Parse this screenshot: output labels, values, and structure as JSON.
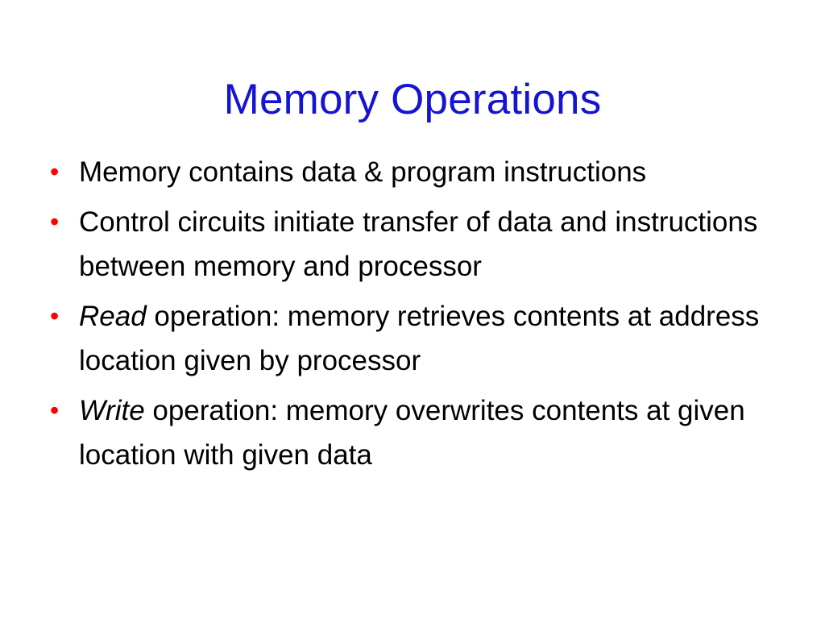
{
  "slide": {
    "title": "Memory Operations",
    "title_color": "#1414d2",
    "background_color": "#ffffff",
    "body_text_color": "#000000",
    "bullet_color": "#ff0000",
    "bullet_glyph": "•",
    "bullets": [
      {
        "emphasis": "",
        "text": "Memory contains data & program instructions"
      },
      {
        "emphasis": "",
        "text": "Control circuits initiate transfer of data and instructions between memory and processor"
      },
      {
        "emphasis": "Read",
        "text": " operation: memory retrieves contents at address location given by processor"
      },
      {
        "emphasis": "Write",
        "text": " operation: memory overwrites contents at given location with given data"
      }
    ]
  }
}
